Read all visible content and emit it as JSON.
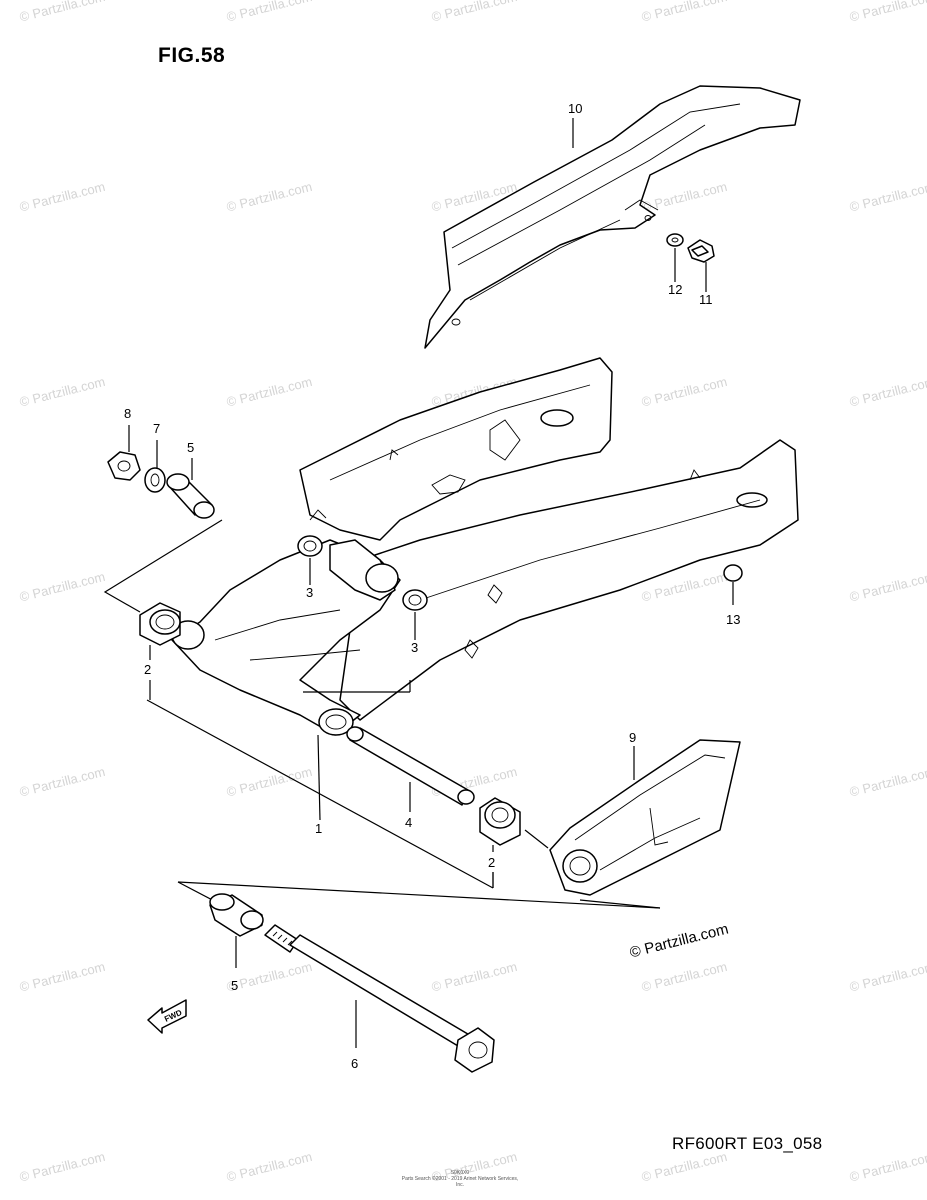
{
  "figure_title": "FIG.58",
  "diagram_code": "RF600RT E03_058",
  "copyright": "© Partzilla.com",
  "watermark_text": "© Partzilla.com",
  "fine_print": [
    "S0K0X0",
    "Parts Search ©2001 - 2019 Arinet Network Services, Inc."
  ],
  "callouts": {
    "c1": "1",
    "c2a": "2",
    "c2b": "2",
    "c3a": "3",
    "c3b": "3",
    "c4": "4",
    "c5a": "5",
    "c5b": "5",
    "c6": "6",
    "c7": "7",
    "c8": "8",
    "c9": "9",
    "c10": "10",
    "c11": "11",
    "c12": "12",
    "c13": "13"
  },
  "fwd_label": "FWD"
}
